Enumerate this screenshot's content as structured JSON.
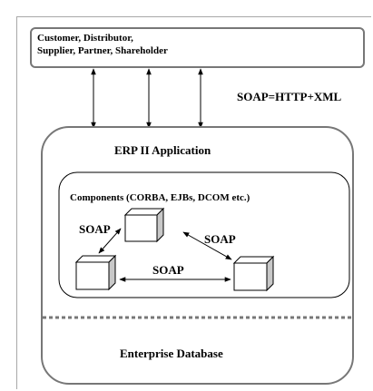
{
  "external_parties": [
    "Customer, Distributor,",
    "Supplier, Partner, Shareholder"
  ],
  "protocol_label": "SOAP=HTTP+XML",
  "application_title": "ERP II Application",
  "components_title": "Components (CORBA, EJBs, DCOM etc.)",
  "soap_links": {
    "left": "SOAP",
    "right": "SOAP",
    "bottom": "SOAP"
  },
  "database_label": "Enterprise Database"
}
